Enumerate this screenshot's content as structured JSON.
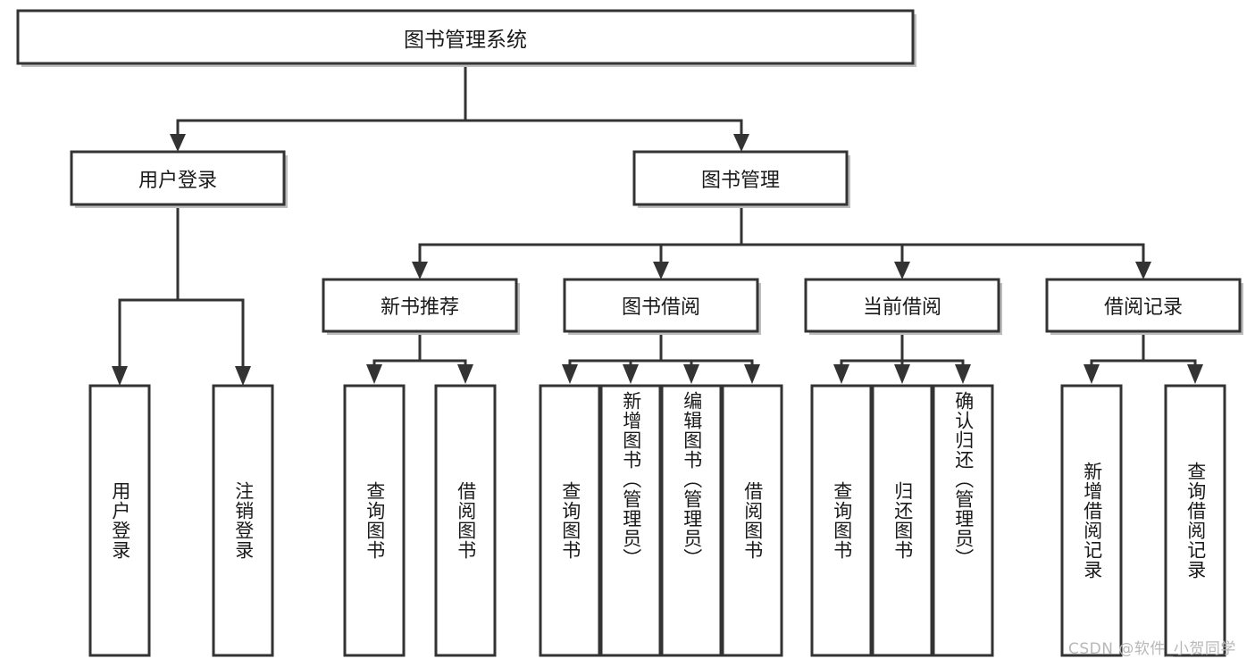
{
  "diagram": {
    "type": "tree-flowchart",
    "title": "图书管理系统",
    "orientation": "top-down",
    "colors": {
      "box_border": "#333333",
      "box_fill": "#ffffff",
      "connector": "#333333",
      "text": "#1a1a1a",
      "watermark": "#b8b8b8",
      "background": "#ffffff"
    },
    "root": {
      "label": "图书管理系统",
      "orientation": "horizontal"
    },
    "level2": [
      {
        "label": "用户登录",
        "orientation": "horizontal"
      },
      {
        "label": "图书管理",
        "orientation": "horizontal"
      }
    ],
    "level3": [
      {
        "label": "新书推荐",
        "orientation": "horizontal"
      },
      {
        "label": "图书借阅",
        "orientation": "horizontal"
      },
      {
        "label": "当前借阅",
        "orientation": "horizontal"
      },
      {
        "label": "借阅记录",
        "orientation": "horizontal"
      }
    ],
    "leaves": {
      "user_login": [
        {
          "label": "用户登录",
          "orientation": "vertical"
        },
        {
          "label": "注销登录",
          "orientation": "vertical"
        }
      ],
      "new_book_recommend": [
        {
          "label": "查询图书",
          "orientation": "vertical"
        },
        {
          "label": "借阅图书",
          "orientation": "vertical"
        }
      ],
      "book_borrow": [
        {
          "label": "查询图书",
          "orientation": "vertical"
        },
        {
          "label": "新增图书（管理员）",
          "orientation": "vertical"
        },
        {
          "label": "编辑图书（管理员）",
          "orientation": "vertical"
        },
        {
          "label": "借阅图书",
          "orientation": "vertical"
        }
      ],
      "current_borrow": [
        {
          "label": "查询图书",
          "orientation": "vertical"
        },
        {
          "label": "归还图书",
          "orientation": "vertical"
        },
        {
          "label": "确认归还（管理员）",
          "orientation": "vertical"
        }
      ],
      "borrow_record": [
        {
          "label": "新增借阅记录",
          "orientation": "vertical"
        },
        {
          "label": "查询借阅记录",
          "orientation": "vertical"
        }
      ]
    }
  },
  "watermark": {
    "text": "CSDN @软件_小贺同学"
  }
}
